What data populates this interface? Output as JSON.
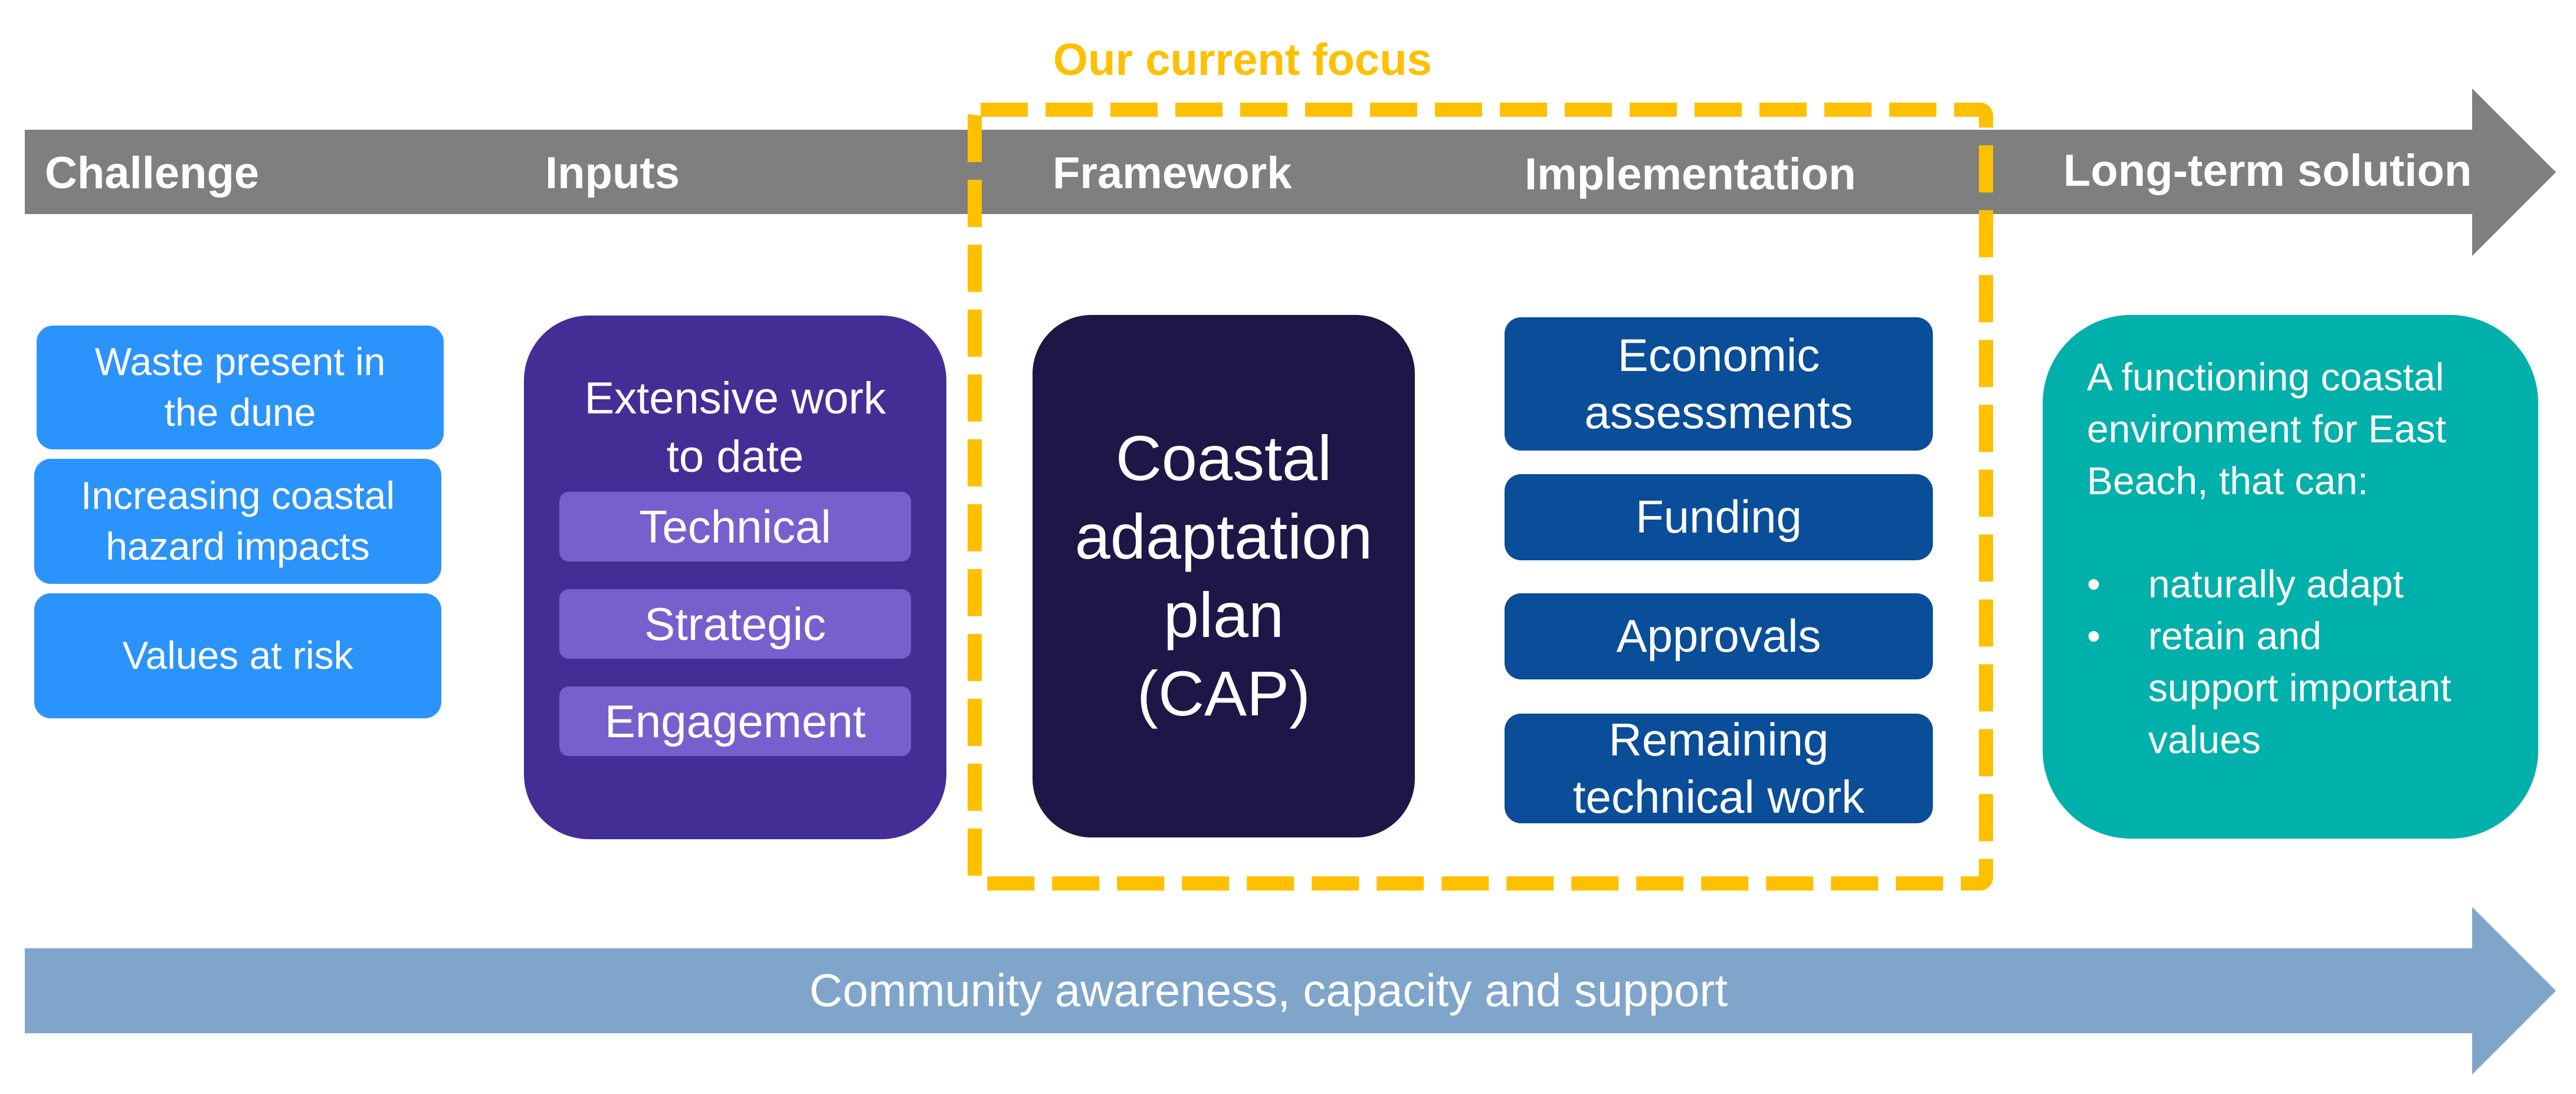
{
  "colors": {
    "timeline_arrow": "#7F7F7F",
    "community_arrow": "#7FA5CA",
    "focus_highlight": "#FFC000",
    "challenge_box": "#2B93FC",
    "inputs_panel": "#452D96",
    "inputs_chip": "#7660CD",
    "cap_box": "#1F1648",
    "implementation_box": "#0A4D99",
    "solution_box": "#00B0AA",
    "text": "#FFFFFF"
  },
  "focus": {
    "title": "Our current focus"
  },
  "timeline": {
    "stages": [
      {
        "label": "Challenge"
      },
      {
        "label": "Inputs"
      },
      {
        "label": "Framework"
      },
      {
        "label": "Implementation"
      },
      {
        "label": "Long-term solution"
      }
    ]
  },
  "challenge": {
    "items": [
      {
        "lines": [
          "Waste present in",
          "the dune"
        ]
      },
      {
        "lines": [
          "Increasing coastal",
          "hazard impacts"
        ]
      },
      {
        "lines": [
          "Values at risk"
        ]
      }
    ]
  },
  "inputs": {
    "title_lines": [
      "Extensive work",
      "to date"
    ],
    "items": [
      {
        "label": "Technical"
      },
      {
        "label": "Strategic"
      },
      {
        "label": "Engagement"
      }
    ]
  },
  "framework": {
    "lines": [
      "Coastal",
      "adaptation",
      "plan",
      "(CAP)"
    ]
  },
  "implementation": {
    "items": [
      {
        "lines": [
          "Economic",
          "assessments"
        ]
      },
      {
        "lines": [
          "Funding"
        ]
      },
      {
        "lines": [
          "Approvals"
        ]
      },
      {
        "lines": [
          "Remaining",
          "technical work"
        ]
      }
    ]
  },
  "solution": {
    "intro_lines": [
      "A functioning coastal",
      "environment for East",
      "Beach, that can:"
    ],
    "bullet_symbol": "•",
    "bullets": [
      {
        "lines": [
          "naturally adapt"
        ]
      },
      {
        "lines": [
          "retain and",
          "support important",
          "values"
        ]
      }
    ]
  },
  "community": {
    "label": "Community awareness, capacity and support"
  }
}
